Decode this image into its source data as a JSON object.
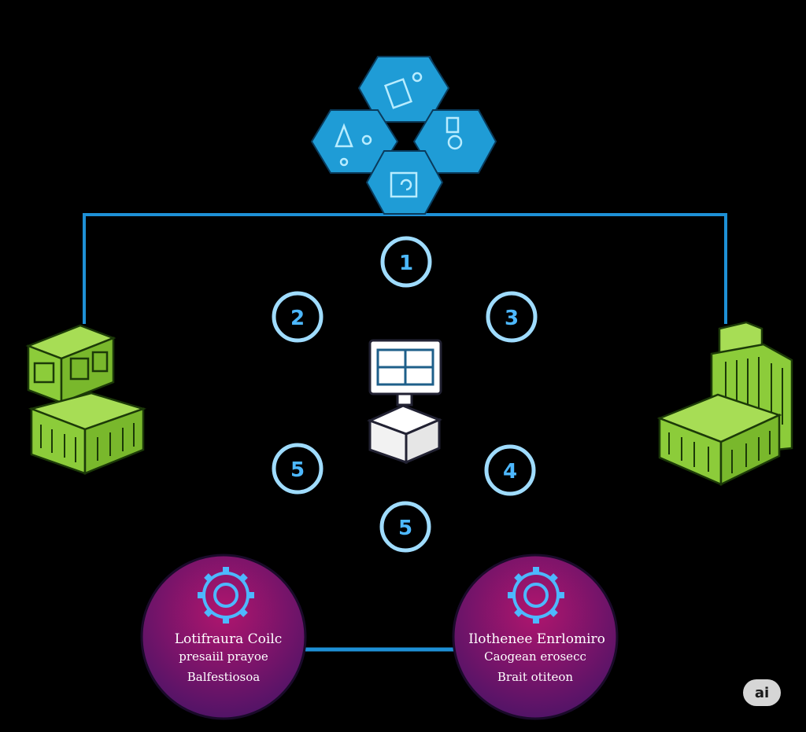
{
  "colors": {
    "background": "#000000",
    "connector": "#1e90d6",
    "hex_fill": "#1f9cd6",
    "node_green": "#8ccc3a",
    "hub_purple": "#6a1a6e",
    "hub_magenta": "#b0156e",
    "step_ring": "#9fdcff"
  },
  "steps": [
    {
      "id": "s1",
      "label": "1"
    },
    {
      "id": "s2",
      "label": "2"
    },
    {
      "id": "s3",
      "label": "3"
    },
    {
      "id": "s4",
      "label": "4"
    },
    {
      "id": "s5a",
      "label": "5"
    },
    {
      "id": "s5b",
      "label": "5"
    }
  ],
  "hubs": {
    "left": {
      "icon": "gear-icon",
      "lines": [
        "Lotifraura Coilc",
        "presaiil prayoe",
        "Balfestiosoa"
      ]
    },
    "right": {
      "icon": "gear-icon",
      "lines": [
        "Ilothenee Enrlomiro",
        "Caogean erosecc",
        "Brait otiteon"
      ]
    }
  },
  "icons": {
    "top": "hexagon-cluster-icon",
    "left_node": "warehouse-icon",
    "right_node": "factory-icon",
    "center": "computer-package-icon"
  },
  "badge": {
    "label": "ai"
  }
}
